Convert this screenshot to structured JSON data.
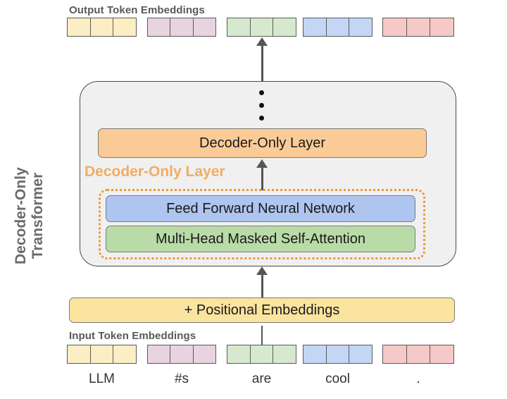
{
  "diagram": {
    "title_label": "Decoder-Only Transformer",
    "title_line1": "Decoder-Only",
    "title_line2": "Transformer",
    "output_caption": "Output Token Embeddings",
    "input_caption": "Input Token Embeddings",
    "sublayer_label": "Decoder-Only Layer",
    "stack_layer_label": "Decoder-Only Layer",
    "positional_label": "+ Positional Embeddings",
    "feedforward_label": "Feed Forward Neural Network",
    "attention_label": "Multi-Head Masked Self-Attention",
    "ellipsis_symbol": "vertical-ellipsis"
  },
  "tokens": [
    {
      "word": "LLM",
      "color": "#fceec4",
      "cells": 3
    },
    {
      "word": "#s",
      "color": "#e8d3e0",
      "cells": 3
    },
    {
      "word": "are",
      "color": "#d6e9ce",
      "cells": 3
    },
    {
      "word": "cool",
      "color": "#c4d6f5",
      "cells": 3
    },
    {
      "word": ".",
      "color": "#f5c9c7",
      "cells": 3
    }
  ],
  "colors": {
    "outer_fill": "#f0f0f0",
    "outer_stroke": "#4a4a4a",
    "decoder_layer_fill": "#fbcb97",
    "positional_fill": "#fbe3a0",
    "feedforward_fill": "#aec5ef",
    "attention_fill": "#b9dba8",
    "dotted_accent": "#eb9a3c",
    "orange_text": "#f0ad63",
    "caption_text": "#595959",
    "vlabel_text": "#6b6b6b",
    "arrow": "#555555"
  }
}
